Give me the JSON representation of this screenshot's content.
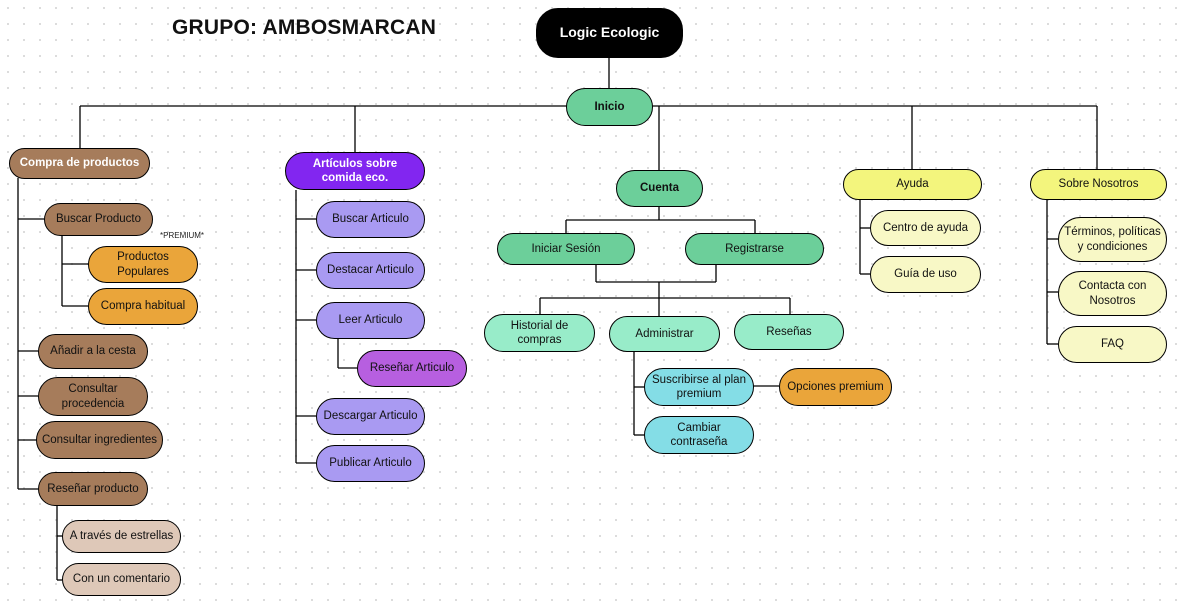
{
  "title": "GRUPO: AMBOSMARCAN",
  "premium_note": "*PREMIUM*",
  "colors": {
    "root": "#000000",
    "inicio": "#6ccf9a",
    "brown": "#a67c5b",
    "light_brown": "#dec8b8",
    "purple": "#8226f0",
    "lavender": "#a99af2",
    "violet": "#b75fe0",
    "mint": "#98ecc9",
    "green": "#6ccf9a",
    "cyan": "#84dde6",
    "orange": "#eaa53a",
    "yellow": "#f3f57d",
    "light_yellow": "#f8f8c6"
  },
  "nodes": {
    "root": "Logic Ecologic",
    "inicio": "Inicio",
    "compra": "Compra de productos",
    "buscar_producto": "Buscar Producto",
    "productos_populares": "Productos Populares",
    "compra_habitual": "Compra habitual",
    "anadir_cesta": "Añadir a la cesta",
    "consultar_procedencia": "Consultar procedencia",
    "consultar_ingredientes": "Consultar ingredientes",
    "resenar_producto": "Reseñar producto",
    "estrellas": "A través de estrellas",
    "comentario": "Con un comentario",
    "articulos": "Artículos sobre comida eco.",
    "buscar_articulo": "Buscar Articulo",
    "destacar_articulo": "Destacar Articulo",
    "leer_articulo": "Leer Articulo",
    "resenar_articulo": "Reseñar Articulo",
    "descargar_articulo": "Descargar Articulo",
    "publicar_articulo": "Publicar Articulo",
    "cuenta": "Cuenta",
    "iniciar_sesion": "Iniciar Sesión",
    "registrarse": "Registrarse",
    "historial": "Historial de compras",
    "administrar": "Administrar",
    "resenas": "Reseñas",
    "suscribirse": "Suscribirse al plan premium",
    "opciones_premium": "Opciones premium",
    "cambiar_contrasena": "Cambiar contraseña",
    "ayuda": "Ayuda",
    "centro_ayuda": "Centro de ayuda",
    "guia_uso": "Guía de uso",
    "sobre_nosotros": "Sobre Nosotros",
    "terminos": "Términos, políticas y condiciones",
    "contacta": "Contacta con Nosotros",
    "faq": "FAQ"
  }
}
